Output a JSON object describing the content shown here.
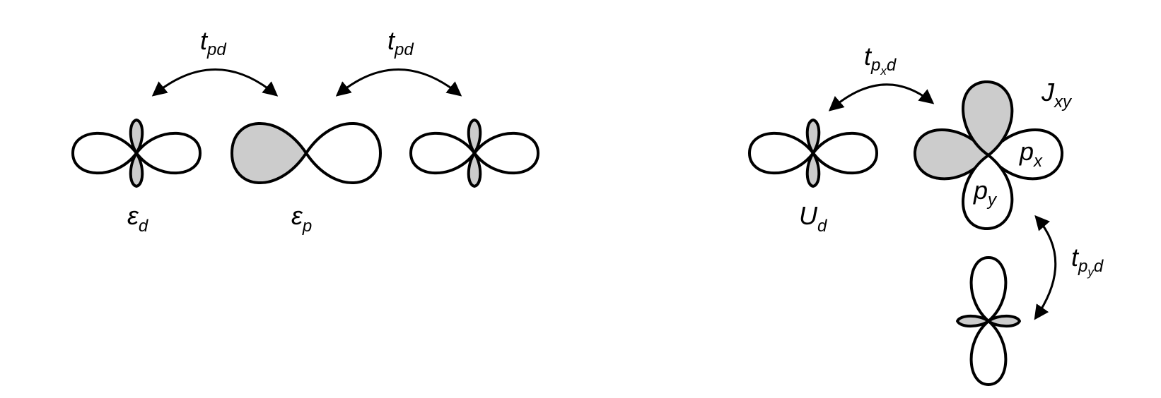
{
  "colors": {
    "shaded": "#cccccc",
    "stroke": "#000000",
    "background": "#ffffff"
  },
  "left_chain": {
    "hop_1": {
      "main": "t",
      "sub": "pd"
    },
    "hop_2": {
      "main": "t",
      "sub": "pd"
    },
    "onsite_d": {
      "main": "ε",
      "sub": "d"
    },
    "onsite_p": {
      "main": "ε",
      "sub": "p"
    }
  },
  "right_cluster": {
    "hop_px": {
      "main": "t",
      "sub": "p",
      "subsub": "x",
      "sub2": "d"
    },
    "hop_py": {
      "main": "t",
      "sub": "p",
      "subsub": "y",
      "sub2": "d"
    },
    "hund": {
      "main": "J",
      "sub": "xy"
    },
    "hubbard": {
      "main": "U",
      "sub": "d"
    },
    "orbital_px": {
      "main": "p",
      "sub": "x"
    },
    "orbital_py": {
      "main": "p",
      "sub": "y"
    }
  }
}
